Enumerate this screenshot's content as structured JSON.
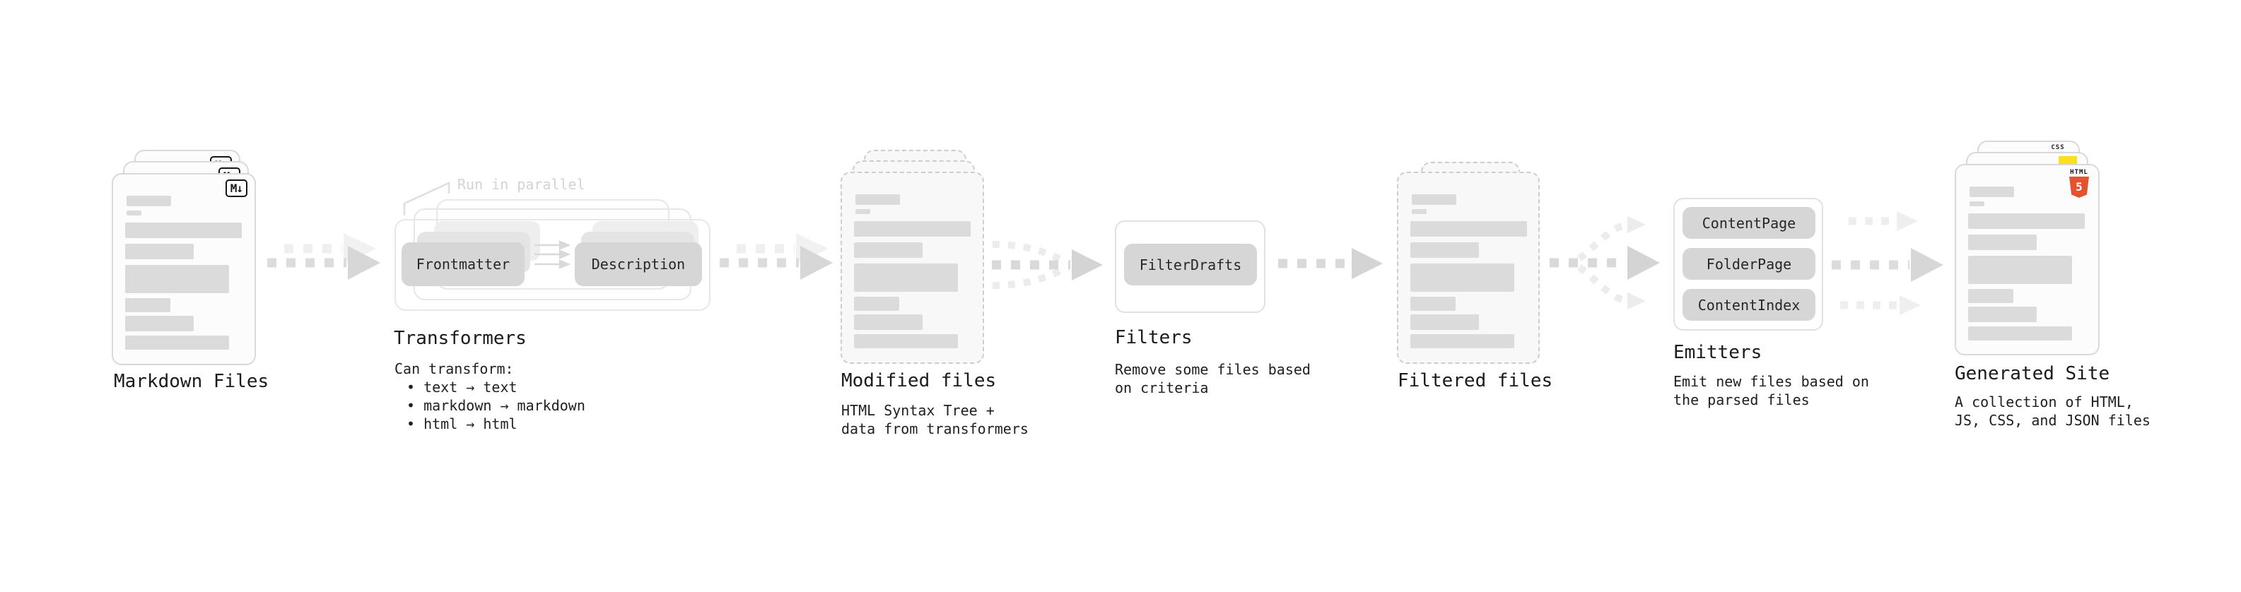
{
  "markdown_files": {
    "label": "Markdown Files",
    "badge": "M↓"
  },
  "transformers": {
    "annotation": "Run in parallel",
    "pill_left": "Frontmatter",
    "pill_right": "Description",
    "label": "Transformers",
    "description": "Can transform:",
    "bullets": [
      "• text → text",
      "• markdown → markdown",
      "• html → html"
    ]
  },
  "modified_files": {
    "label": "Modified files",
    "description": "HTML Syntax Tree +\ndata from transformers"
  },
  "filters": {
    "pill": "FilterDrafts",
    "label": "Filters",
    "description": "Remove some files based\non criteria"
  },
  "filtered_files": {
    "label": "Filtered files"
  },
  "emitters": {
    "pills": [
      "ContentPage",
      "FolderPage",
      "ContentIndex"
    ],
    "label": "Emitters",
    "description": "Emit new files based on\nthe parsed files"
  },
  "generated_site": {
    "label": "Generated Site",
    "description": "A collection of HTML,\nJS, CSS, and JSON files",
    "badge_css": "CSS",
    "badge_html_text": "HTML",
    "badge_html_number": "5"
  },
  "colors": {
    "html5_orange": "#e5532e",
    "js_yellow": "#ffdf1b",
    "css_blue": "#2d53e5",
    "pill_gray": "#d6d6d6",
    "arrow_gray": "#d9d9d9",
    "card_border": "#d9d9d9"
  }
}
